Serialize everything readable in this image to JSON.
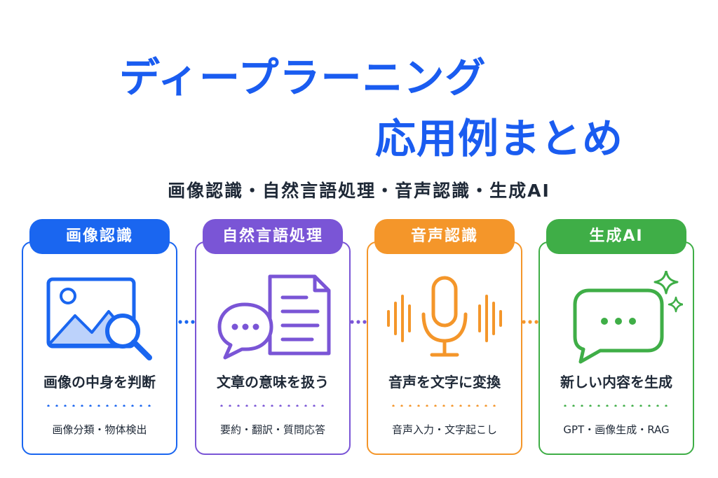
{
  "title": {
    "line1": "ディープラーニング",
    "line2": "応用例まとめ"
  },
  "subtitle": "画像認識・自然言語処理・音声認識・生成AI",
  "cards": [
    {
      "header": "画像認識",
      "main": "画像の中身を判断",
      "sub": "画像分類・物体検出",
      "color": "#1a66f0",
      "icon": "image-search-icon"
    },
    {
      "header": "自然言語処理",
      "main": "文章の意味を扱う",
      "sub": "要約・翻訳・質問応答",
      "color": "#7a55d6",
      "icon": "chat-document-icon"
    },
    {
      "header": "音声認識",
      "main": "音声を文字に変換",
      "sub": "音声入力・文字起こし",
      "color": "#f4962a",
      "icon": "microphone-icon"
    },
    {
      "header": "生成AI",
      "main": "新しい内容を生成",
      "sub": "GPT・画像生成・RAG",
      "color": "#3fae47",
      "icon": "sparkle-chat-icon"
    }
  ]
}
